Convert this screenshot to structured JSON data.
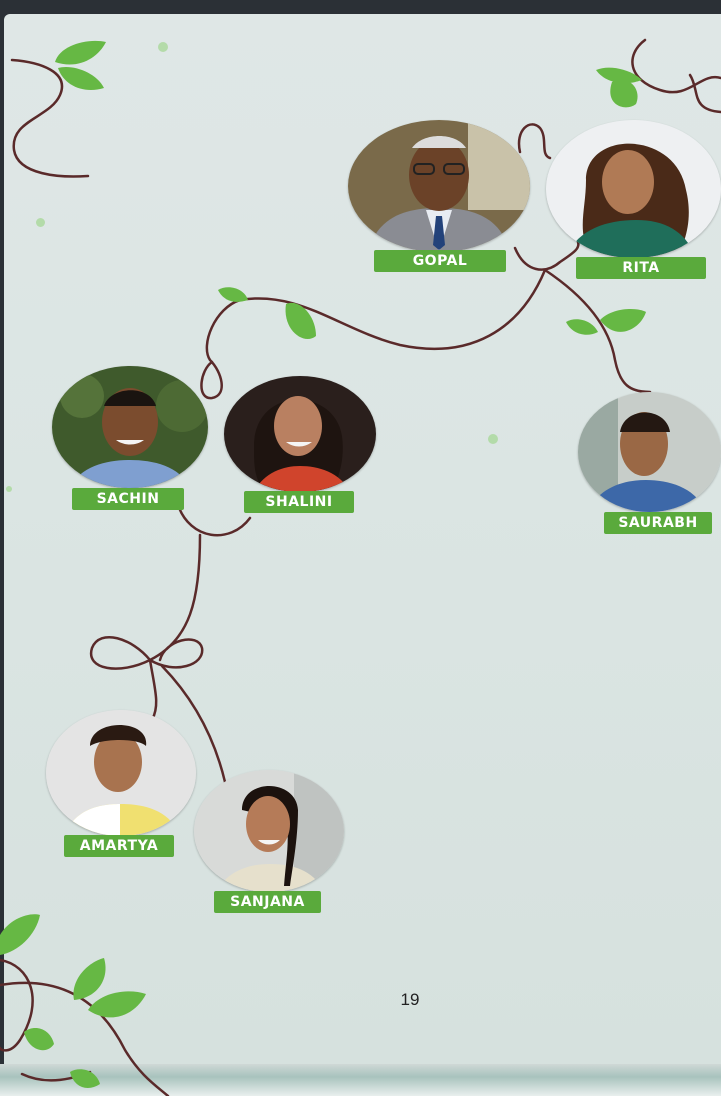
{
  "page_number": "19",
  "colors": {
    "label_bg": "#5aaa3c",
    "vine": "#5a2a2a",
    "leaf": "#66b844",
    "paper": "#dce6e4"
  },
  "people": {
    "gopal": {
      "name": "GOPAL",
      "photo": "photo-gopal"
    },
    "rita": {
      "name": "RITA",
      "photo": "photo-rita"
    },
    "sachin": {
      "name": "SACHIN",
      "photo": "photo-sachin"
    },
    "shalini": {
      "name": "SHALINI",
      "photo": "photo-shalini"
    },
    "saurabh": {
      "name": "SAURABH",
      "photo": "photo-saurabh"
    },
    "amartya": {
      "name": "AMARTYA",
      "photo": "photo-amartya"
    },
    "sanjana": {
      "name": "SANJANA",
      "photo": "photo-sanjana"
    }
  },
  "relationships": [
    {
      "from": "GOPAL",
      "to": "RITA",
      "type": "couple"
    },
    {
      "from": "SACHIN",
      "to": "SHALINI",
      "type": "couple"
    },
    {
      "from": "GOPAL & RITA",
      "to": "SHALINI",
      "type": "parent-child"
    },
    {
      "from": "GOPAL & RITA",
      "to": "SAURABH",
      "type": "parent-child"
    },
    {
      "from": "SACHIN & SHALINI",
      "to": "AMARTYA",
      "type": "parent-child"
    },
    {
      "from": "SACHIN & SHALINI",
      "to": "SANJANA",
      "type": "parent-child"
    }
  ]
}
